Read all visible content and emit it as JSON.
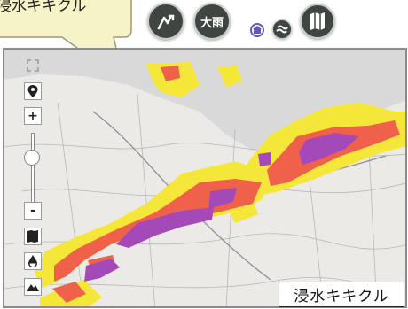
{
  "callout": {
    "text": "浸水キキクル"
  },
  "toolbar": {
    "heavy_rain_label": "大雨",
    "buttons": [
      "route-arrow-icon",
      "heavy-rain-button",
      "building-icon",
      "wave-icon",
      "map-book-icon"
    ]
  },
  "map": {
    "legend_label": "浸水キキクル",
    "controls": {
      "zoom_in": "+",
      "zoom_out": "-"
    }
  },
  "colors": {
    "risk_yellow": "#f5e63a",
    "risk_red": "#f0614b",
    "risk_purple": "#a449b8",
    "map_base": "#eceae6"
  }
}
